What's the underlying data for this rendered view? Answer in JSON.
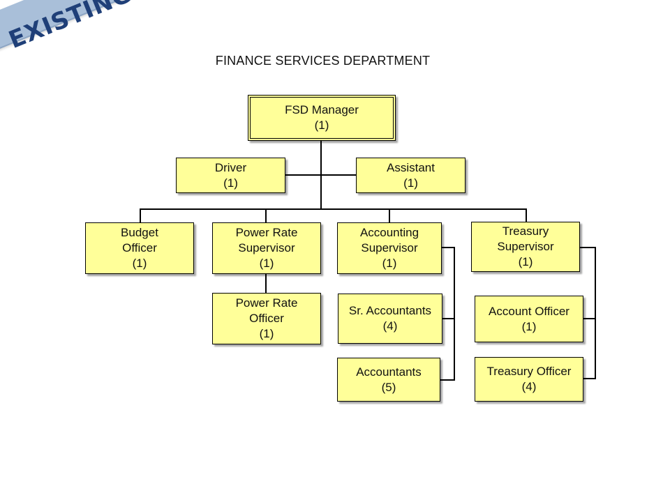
{
  "banner": "EXISTING",
  "title": "FINANCE SERVICES DEPARTMENT",
  "nodes": {
    "manager": {
      "title": "FSD Manager",
      "count": "(1)"
    },
    "driver": {
      "title": "Driver",
      "count": "(1)"
    },
    "assistant": {
      "title": "Assistant",
      "count": "(1)"
    },
    "budget_officer": {
      "title1": "Budget",
      "title2": "Officer",
      "count": "(1)"
    },
    "power_rate_supervisor": {
      "title1": "Power Rate",
      "title2": "Supervisor",
      "count": "(1)"
    },
    "accounting_supervisor": {
      "title1": "Accounting",
      "title2": "Supervisor",
      "count": "(1)"
    },
    "treasury_supervisor": {
      "title1": "Treasury",
      "title2": "Supervisor",
      "count": "(1)"
    },
    "power_rate_officer": {
      "title1": "Power Rate",
      "title2": "Officer",
      "count": "(1)"
    },
    "sr_accountants": {
      "title": "Sr. Accountants",
      "count": "(4)"
    },
    "accountants": {
      "title": "Accountants",
      "count": "(5)"
    },
    "account_officer": {
      "title": "Account Officer",
      "count": "(1)"
    },
    "treasury_officer": {
      "title": "Treasury Officer",
      "count": "(4)"
    }
  }
}
